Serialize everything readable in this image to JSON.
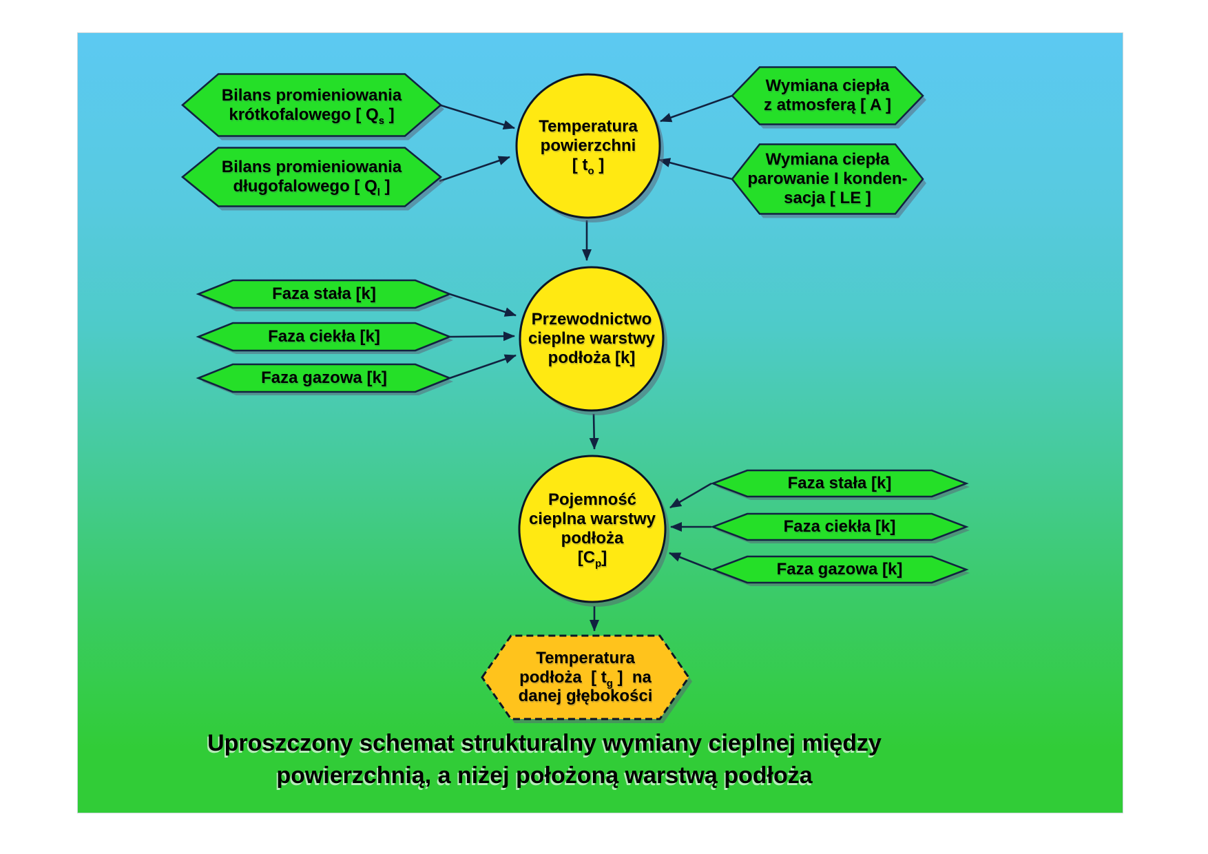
{
  "slide": {
    "caption": {
      "line1": "Uproszczony schemat strukturalny wymiany cieplnej między",
      "line2": "powierzchnią, a niżej położoną warstwą podłoża"
    }
  },
  "colors": {
    "bg_top": "#5CC9F2",
    "bg_teal": "#4ECBC8",
    "bg_mid": "#45CB97",
    "bg_bottom": "#31CC37",
    "shape_green": "#25DF28",
    "shape_yellow": "#FFE912",
    "shape_amber": "#FFC31C",
    "stroke": "#112240",
    "shadow": "rgba(90,95,115,0.5)",
    "caption_text": "#000000"
  },
  "nodes": {
    "bilans_krotko": {
      "lines": [
        [
          {
            "t": "Bilans promieniowania"
          }
        ],
        [
          {
            "t": "krótkofalowego [ Q"
          },
          {
            "t": "s",
            "sub": true
          },
          {
            "t": " ]"
          }
        ]
      ]
    },
    "bilans_dlugo": {
      "lines": [
        [
          {
            "t": "Bilans promieniowania"
          }
        ],
        [
          {
            "t": "długofalowego [ Q"
          },
          {
            "t": "l",
            "sub": true
          },
          {
            "t": " ]"
          }
        ]
      ]
    },
    "temp_powierzchni": {
      "lines": [
        [
          {
            "t": "Temperatura"
          }
        ],
        [
          {
            "t": "powierzchni"
          }
        ],
        [
          {
            "t": "[ t"
          },
          {
            "t": "o",
            "sub": true
          },
          {
            "t": " ]"
          }
        ]
      ]
    },
    "wymiana_atmosfera": {
      "lines": [
        [
          {
            "t": "Wymiana ciepła"
          }
        ],
        [
          {
            "t": "z atmosferą [ A ]"
          }
        ]
      ]
    },
    "wymiana_parowanie": {
      "lines": [
        [
          {
            "t": "Wymiana ciepła"
          }
        ],
        [
          {
            "t": "parowanie I konden-"
          }
        ],
        [
          {
            "t": "sacja [ LE ]"
          }
        ]
      ]
    },
    "przewodnictwo": {
      "lines": [
        [
          {
            "t": "Przewodnictwo"
          }
        ],
        [
          {
            "t": "cieplne warstwy"
          }
        ],
        [
          {
            "t": "podłoża [k]"
          }
        ]
      ]
    },
    "faza_stala_left": {
      "lines": [
        [
          {
            "t": "Faza stała [k]"
          }
        ]
      ]
    },
    "faza_ciekla_left": {
      "lines": [
        [
          {
            "t": "Faza ciekła [k]"
          }
        ]
      ]
    },
    "faza_gazowa_left": {
      "lines": [
        [
          {
            "t": "Faza gazowa [k]"
          }
        ]
      ]
    },
    "pojemnosc": {
      "lines": [
        [
          {
            "t": "Pojemność"
          }
        ],
        [
          {
            "t": "cieplna warstwy"
          }
        ],
        [
          {
            "t": "podłoża"
          }
        ],
        [
          {
            "t": "[C"
          },
          {
            "t": "p",
            "sub": true
          },
          {
            "t": "]"
          }
        ]
      ]
    },
    "faza_stala_right": {
      "lines": [
        [
          {
            "t": "Faza stała [k]"
          }
        ]
      ]
    },
    "faza_ciekla_right": {
      "lines": [
        [
          {
            "t": "Faza ciekła [k]"
          }
        ]
      ]
    },
    "faza_gazowa_right": {
      "lines": [
        [
          {
            "t": "Faza gazowa [k]"
          }
        ]
      ]
    },
    "temp_podloza": {
      "lines": [
        [
          {
            "t": "Temperatura"
          }
        ],
        [
          {
            "t": "podłoża  [ t"
          },
          {
            "t": "g",
            "sub": true
          },
          {
            "t": " ]  na"
          }
        ],
        [
          {
            "t": "danej głębokości"
          }
        ]
      ]
    }
  }
}
